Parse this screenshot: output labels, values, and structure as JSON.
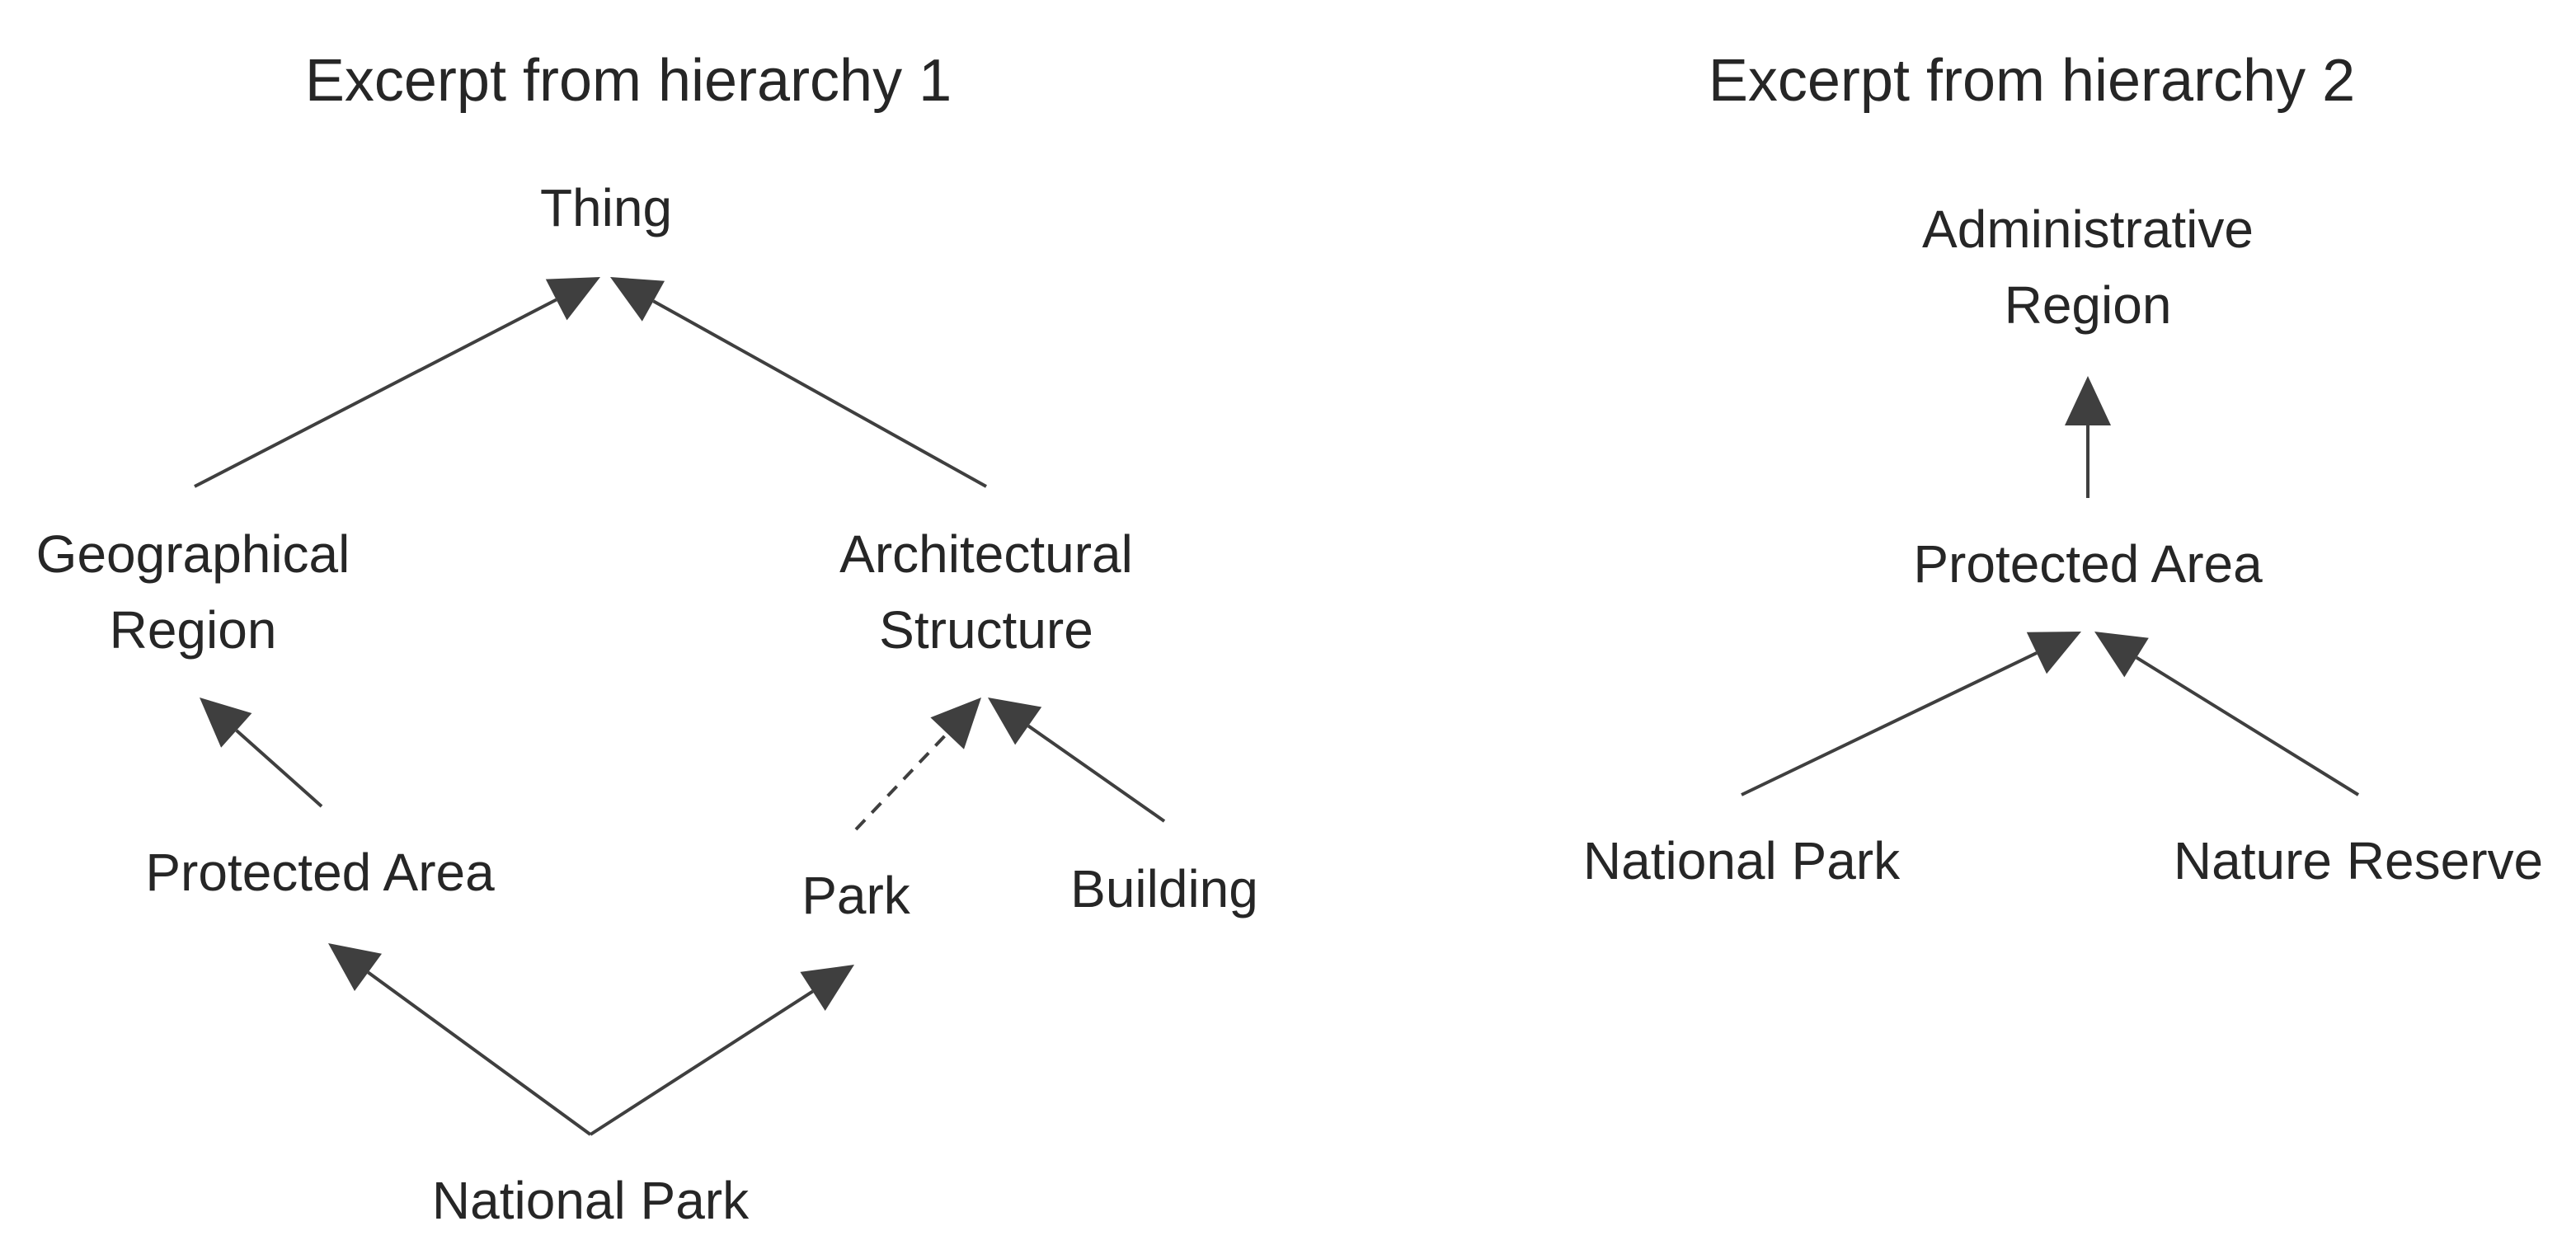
{
  "colors": {
    "edge": "#3f3f3f",
    "text": "#262626",
    "background": "#ffffff"
  },
  "hierarchy1": {
    "title": "Excerpt from hierarchy 1",
    "nodes": {
      "thing": "Thing",
      "geographical_region": {
        "line1": "Geographical",
        "line2": "Region"
      },
      "architectural_structure": {
        "line1": "Architectural",
        "line2": "Structure"
      },
      "protected_area": "Protected Area",
      "park": "Park",
      "building": "Building",
      "national_park": "National Park"
    }
  },
  "hierarchy2": {
    "title": "Excerpt from hierarchy 2",
    "nodes": {
      "administrative_region": {
        "line1": "Administrative",
        "line2": "Region"
      },
      "protected_area": "Protected Area",
      "national_park": "National Park",
      "nature_reserve": "Nature Reserve"
    }
  }
}
